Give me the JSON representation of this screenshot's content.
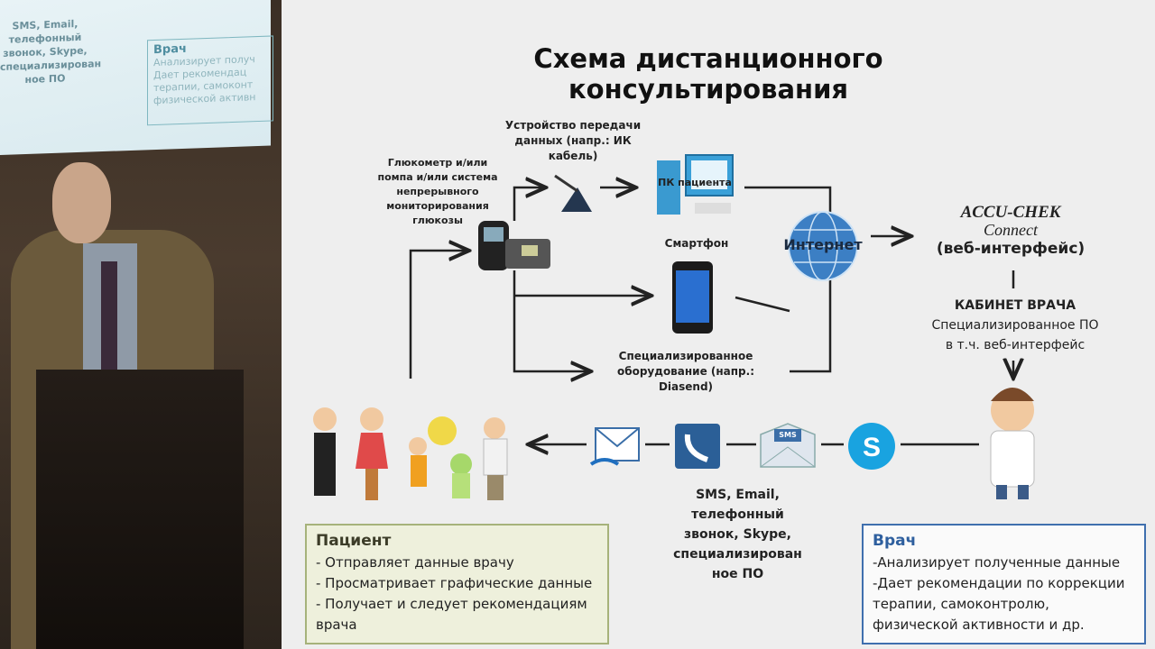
{
  "projection": {
    "sms_text": [
      "SMS, Email,",
      "телефонный",
      "звонок, Skype,",
      "специализирован",
      "ное ПО"
    ],
    "doctor_title": "Врач",
    "doctor_lines": [
      "Анализирует получ",
      "Дает рекомендац",
      "терапии, самоконт",
      "физической активн"
    ]
  },
  "slide": {
    "title": "Схема дистанционного консультирования",
    "glucometer_label": [
      "Глюкометр и/или",
      "помпа и/или система",
      "непрерывного",
      "мониторирования",
      "глюкозы"
    ],
    "transfer_label": [
      "Устройство передачи",
      "данных (напр.: ИК",
      "кабель)"
    ],
    "pc_label": "ПК пациента",
    "smartphone_label": "Смартфон",
    "special_label": [
      "Специализированное",
      "оборудование (напр.:",
      "Diasend)"
    ],
    "internet_label": "Интернет",
    "logo": {
      "brand": "ACCU-CHEK",
      "sub": "Connect",
      "caption": "(веб-интерфейс)"
    },
    "cabinet": {
      "title": "КАБИНЕТ ВРАЧА",
      "line1": "Специализированное ПО",
      "line2": "в т.ч. веб-интерфейс"
    },
    "channels_label": [
      "SMS, Email,",
      "телефонный",
      "звонок, Skype,",
      "специализирован",
      "ное ПО"
    ],
    "sms_icon_text": "SMS",
    "patient_box": {
      "title": "Пациент",
      "items": [
        "- Отправляет данные врачу",
        "- Просматривает графические данные",
        "- Получает и следует рекомендациям",
        "врача"
      ]
    },
    "doctor_box": {
      "title": "Врач",
      "items": [
        "-Анализирует полученные данные",
        "-Дает рекомендации по коррекции",
        "терапии, самоконтролю,",
        "физической активности и др."
      ]
    },
    "colors": {
      "patient_border": "#a6b27a",
      "doctor_border": "#3f6fae",
      "line": "#222222"
    }
  }
}
